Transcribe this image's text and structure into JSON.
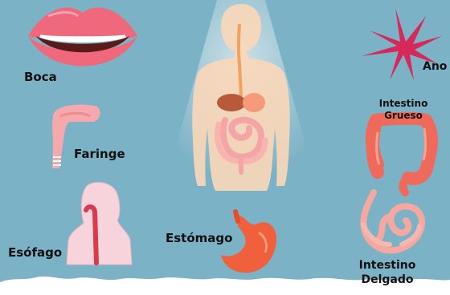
{
  "organs": {
    "boca": "Boca",
    "faringe": "Faringe",
    "esofago": "Esófago",
    "estomago": "Estómago",
    "ano": "Ano",
    "intestino_grueso": [
      "Intestino",
      "Grueso"
    ],
    "intestino_delgado": [
      "Intestino",
      "Delgado"
    ]
  },
  "colors": {
    "background": "#7cb2c5",
    "mouth": "#f0687c",
    "anus": "#d8285a",
    "stomach": "#f0603c",
    "large_intestine": "#f06a5c",
    "small_intestine": "#f6a8a0",
    "body": "#fbd7b8",
    "snow": "#ffffff"
  }
}
